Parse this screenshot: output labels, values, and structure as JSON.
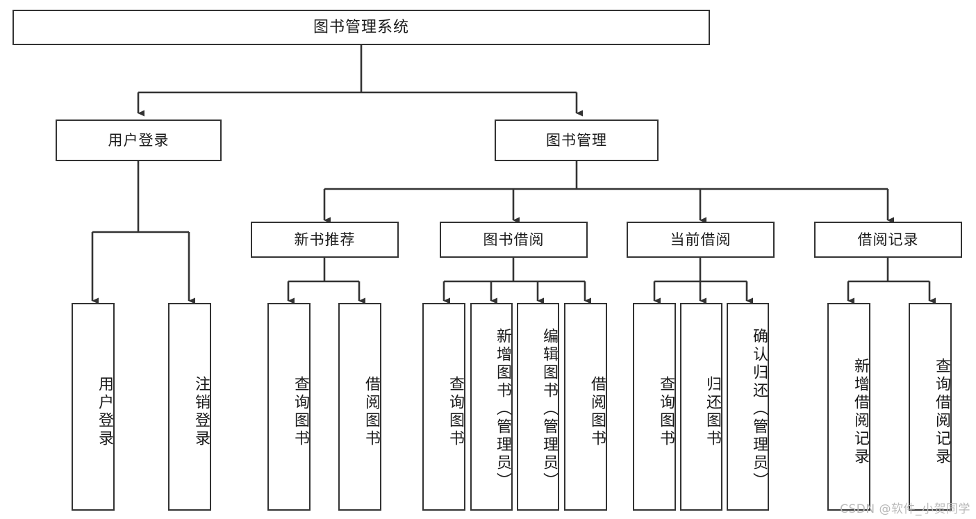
{
  "diagram": {
    "title": "图书管理系统",
    "type": "tree-hierarchy",
    "colors": {
      "box_border": "#333333",
      "box_fill": "#ffffff",
      "line": "#333333",
      "text": "#1a1a1a",
      "background": "#ffffff",
      "watermark": "#b9b9b9"
    },
    "root": {
      "label": "图书管理系统"
    },
    "level2": [
      {
        "id": "user-login",
        "label": "用户登录"
      },
      {
        "id": "book-manage",
        "label": "图书管理"
      }
    ],
    "level3": [
      {
        "id": "new-book-rec",
        "label": "新书推荐"
      },
      {
        "id": "book-borrow",
        "label": "图书借阅"
      },
      {
        "id": "current-borrow",
        "label": "当前借阅"
      },
      {
        "id": "borrow-record",
        "label": "借阅记录"
      }
    ],
    "leaves": {
      "user_login": [
        {
          "id": "leaf-user-login",
          "label": "用户登录"
        },
        {
          "id": "leaf-logout-login",
          "label": "注销登录"
        }
      ],
      "new_book_rec": [
        {
          "id": "leaf-query-book-1",
          "label": "查询图书"
        },
        {
          "id": "leaf-borrow-book-1",
          "label": "借阅图书"
        }
      ],
      "book_borrow": [
        {
          "id": "leaf-query-book-2",
          "label": "查询图书"
        },
        {
          "id": "leaf-add-book",
          "label": "新增图书（管理员）"
        },
        {
          "id": "leaf-edit-book",
          "label": "编辑图书（管理员）"
        },
        {
          "id": "leaf-borrow-book-2",
          "label": "借阅图书"
        }
      ],
      "current_borrow": [
        {
          "id": "leaf-query-book-3",
          "label": "查询图书"
        },
        {
          "id": "leaf-return-book",
          "label": "归还图书"
        },
        {
          "id": "leaf-confirm-return",
          "label": "确认归还（管理员）"
        }
      ],
      "borrow_record": [
        {
          "id": "leaf-add-record",
          "label": "新增借阅记录"
        },
        {
          "id": "leaf-query-record",
          "label": "查询借阅记录"
        }
      ]
    },
    "watermark": "CSDN @软件_小贺同学"
  }
}
